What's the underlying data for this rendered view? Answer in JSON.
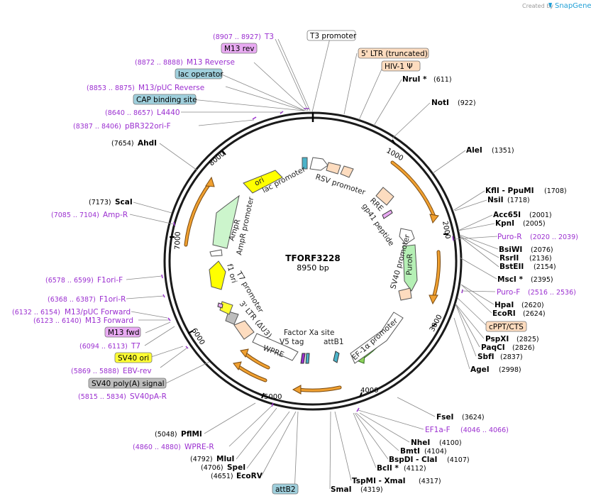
{
  "branding": {
    "created_by": "Created by",
    "app": "SnapGene"
  },
  "plasmid": {
    "name": "TFORF3228",
    "size_label": "8950 bp",
    "length": 8950
  },
  "ticks": [
    "1000",
    "2000",
    "3000",
    "4000",
    "5000",
    "6000",
    "7000",
    "8000"
  ],
  "enzymes": [
    {
      "name": "NruI *",
      "pos": "(611)"
    },
    {
      "name": "NotI",
      "pos": "(922)"
    },
    {
      "name": "AleI",
      "pos": "(1351)"
    },
    {
      "name": "KflI - PpuMI",
      "pos": "(1708)"
    },
    {
      "name": "NsiI",
      "pos": "(1718)"
    },
    {
      "name": "Acc65I",
      "pos": "(2001)"
    },
    {
      "name": "KpnI",
      "pos": "(2005)"
    },
    {
      "name": "BsiWI",
      "pos": "(2076)"
    },
    {
      "name": "RsrII",
      "pos": "(2136)"
    },
    {
      "name": "BstEII",
      "pos": "(2154)"
    },
    {
      "name": "MscI *",
      "pos": "(2395)"
    },
    {
      "name": "HpaI",
      "pos": "(2620)"
    },
    {
      "name": "EcoRI",
      "pos": "(2624)"
    },
    {
      "name": "PspXI",
      "pos": "(2825)"
    },
    {
      "name": "PaqCI",
      "pos": "(2826)"
    },
    {
      "name": "SbfI",
      "pos": "(2837)"
    },
    {
      "name": "AgeI",
      "pos": "(2998)"
    },
    {
      "name": "FseI",
      "pos": "(3624)"
    },
    {
      "name": "NheI",
      "pos": "(4100)"
    },
    {
      "name": "BmtI",
      "pos": "(4104)"
    },
    {
      "name": "BspDI - ClaI",
      "pos": "(4107)"
    },
    {
      "name": "BclI *",
      "pos": "(4112)"
    },
    {
      "name": "TspMI - XmaI",
      "pos": "(4317)"
    },
    {
      "name": "SmaI",
      "pos": "(4319)"
    },
    {
      "name": "EcoRV",
      "pos": "(4651)"
    },
    {
      "name": "SpeI",
      "pos": "(4706)"
    },
    {
      "name": "MluI",
      "pos": "(4792)"
    },
    {
      "name": "PflMI",
      "pos": "(5048)"
    },
    {
      "name": "ScaI",
      "pos": "(7173)"
    },
    {
      "name": "AhdI",
      "pos": "(7654)"
    }
  ],
  "primers": [
    {
      "name": "T3",
      "pos": "(8907 .. 8927)"
    },
    {
      "name": "M13 Reverse",
      "pos": "(8872 .. 8888)"
    },
    {
      "name": "M13/pUC Reverse",
      "pos": "(8853 .. 8875)"
    },
    {
      "name": "L4440",
      "pos": "(8640 .. 8657)"
    },
    {
      "name": "pBR322ori-F",
      "pos": "(8387 .. 8406)"
    },
    {
      "name": "Amp-R",
      "pos": "(7085 .. 7104)"
    },
    {
      "name": "F1ori-F",
      "pos": "(6578 .. 6599)"
    },
    {
      "name": "F1ori-R",
      "pos": "(6368 .. 6387)"
    },
    {
      "name": "M13/pUC Forward",
      "pos": "(6132 .. 6154)"
    },
    {
      "name": "M13 Forward",
      "pos": "(6123 .. 6140)"
    },
    {
      "name": "T7",
      "pos": "(6094 .. 6113)"
    },
    {
      "name": "EBV-rev",
      "pos": "(5869 .. 5888)"
    },
    {
      "name": "SV40pA-R",
      "pos": "(5815 .. 5834)"
    },
    {
      "name": "Puro-R",
      "pos": "(2020 .. 2039)"
    },
    {
      "name": "Puro-F",
      "pos": "(2516 .. 2536)"
    },
    {
      "name": "EF1a-F",
      "pos": "(4046 .. 4066)"
    },
    {
      "name": "WPRE-R",
      "pos": "(4860 .. 4880)"
    }
  ],
  "boxed_labels": [
    {
      "text": "M13 rev",
      "color": "#e8aaf2"
    },
    {
      "text": "lac operator",
      "color": "#9fcfdc"
    },
    {
      "text": "CAP binding site",
      "color": "#9fcfdc"
    },
    {
      "text": "T3 promoter",
      "color": "#ffffff"
    },
    {
      "text": "5' LTR (truncated)",
      "color": "#fddcbf"
    },
    {
      "text": "HIV-1 Ψ",
      "color": "#fddcbf"
    },
    {
      "text": "cPPT/CTS",
      "color": "#fddcbf"
    },
    {
      "text": "M13 fwd",
      "color": "#e8aaf2"
    },
    {
      "text": "SV40 ori",
      "color": "#ffff33"
    },
    {
      "text": "SV40 poly(A) signal",
      "color": "#bdbdbd"
    },
    {
      "text": "attB2",
      "color": "#9fcfdc"
    }
  ],
  "inner_labels": [
    "lac promoter",
    "RSV promoter",
    "RRE",
    "gp41 peptide",
    "SV40 promoter",
    "PuroR",
    "EF-1α promoter",
    "attB1",
    "Factor Xa site",
    "V5 tag",
    "WPRE",
    "3' LTR (ΔU3)",
    "T7 promoter",
    "f1 ori",
    "AmpR promoter",
    "AmpR",
    "ori"
  ],
  "colors": {
    "promoter": "#ffffff",
    "ltr": "#fddcbf",
    "ori": "#ffff00",
    "ampr": "#ccf5cc",
    "puror": "#b5f0b5",
    "primer": "#9b2fd0",
    "orf": "#f0a030"
  }
}
